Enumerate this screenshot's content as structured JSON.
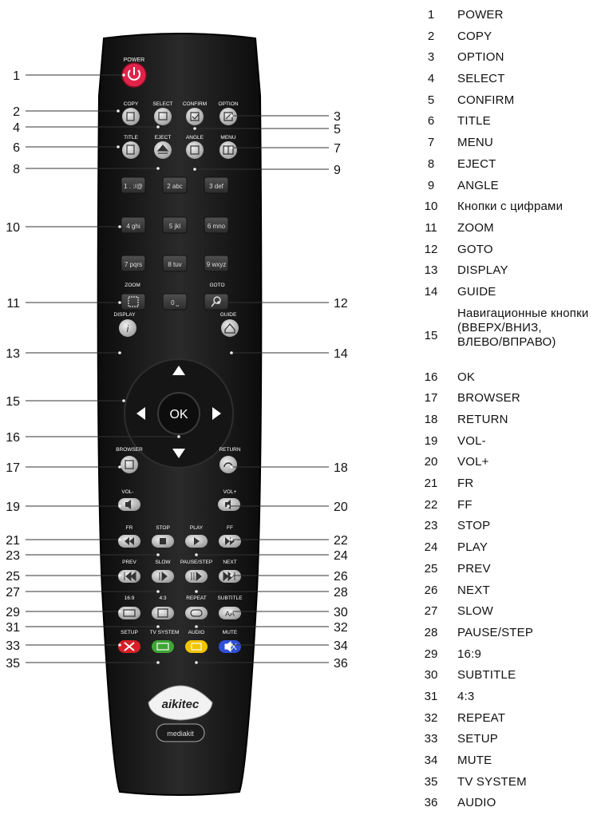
{
  "remote": {
    "buttons": {
      "power": "POWER",
      "copy": "COPY",
      "select": "SELECT",
      "confirm": "CONFIRM",
      "option": "OPTION",
      "title": "TITLE",
      "eject": "EJECT",
      "angle": "ANGLE",
      "menu": "MENU",
      "zoom": "ZOOM",
      "goto": "GOTO",
      "display": "DISPLAY",
      "guide": "GUIDE",
      "ok": "OK",
      "browser": "BROWSER",
      "return": "RETURN",
      "vol_minus": "VOL-",
      "vol_plus": "VOL+",
      "fr": "FR",
      "stop": "STOP",
      "play": "PLAY",
      "ff": "FF",
      "prev": "PREV",
      "slow": "SLOW",
      "pause_step": "PAUSE/STEP",
      "next": "NEXT",
      "ratio_16_9": "16:9",
      "ratio_4_3": "4:3",
      "repeat": "REPEAT",
      "subtitle": "SUBTITLE",
      "setup": "SETUP",
      "tv_system": "TV SYSTEM",
      "audio": "AUDIO",
      "mute": "MUTE"
    },
    "keypad": [
      "1 . :/@",
      "2 abc",
      "3 def",
      "4 ghi",
      "5 jkl",
      "6 mno",
      "7 pqrs",
      "8 tuv",
      "9 wxyz",
      "0 ⎵"
    ],
    "brand": "aikitec",
    "sub_brand": "mediakit"
  },
  "callouts_left": [
    "1",
    "2",
    "4",
    "6",
    "8",
    "10",
    "11",
    "13",
    "15",
    "16",
    "17",
    "19",
    "21",
    "23",
    "25",
    "27",
    "29",
    "31",
    "33",
    "35"
  ],
  "callouts_right": [
    "3",
    "5",
    "7",
    "9",
    "12",
    "14",
    "18",
    "20",
    "22",
    "24",
    "26",
    "28",
    "30",
    "32",
    "34",
    "36"
  ],
  "legend": [
    {
      "num": "1",
      "label": "POWER"
    },
    {
      "num": "2",
      "label": "COPY"
    },
    {
      "num": "3",
      "label": "OPTION"
    },
    {
      "num": "4",
      "label": "SELECT"
    },
    {
      "num": "5",
      "label": "CONFIRM"
    },
    {
      "num": "6",
      "label": "TITLE"
    },
    {
      "num": "7",
      "label": "MENU"
    },
    {
      "num": "8",
      "label": "EJECT"
    },
    {
      "num": "9",
      "label": "ANGLE"
    },
    {
      "num": "10",
      "label": "Кнопки с цифрами"
    },
    {
      "num": "11",
      "label": "ZOOM"
    },
    {
      "num": "12",
      "label": "GOTO"
    },
    {
      "num": "13",
      "label": "DISPLAY"
    },
    {
      "num": "14",
      "label": "GUIDE"
    },
    {
      "num": "15",
      "label": "Навигационные кнопки\n(ВВЕРХ/ВНИЗ,\nВЛЕВО/ВПРАВО)"
    },
    {
      "num": "16",
      "label": "OK"
    },
    {
      "num": "17",
      "label": "BROWSER"
    },
    {
      "num": "18",
      "label": "RETURN"
    },
    {
      "num": "19",
      "label": "VOL-"
    },
    {
      "num": "20",
      "label": "VOL+"
    },
    {
      "num": "21",
      "label": "FR"
    },
    {
      "num": "22",
      "label": "FF"
    },
    {
      "num": "23",
      "label": "STOP"
    },
    {
      "num": "24",
      "label": "PLAY"
    },
    {
      "num": "25",
      "label": "PREV"
    },
    {
      "num": "26",
      "label": "NEXT"
    },
    {
      "num": "27",
      "label": "SLOW"
    },
    {
      "num": "28",
      "label": "PAUSE/STEP"
    },
    {
      "num": "29",
      "label": "16:9"
    },
    {
      "num": "30",
      "label": "SUBTITLE"
    },
    {
      "num": "31",
      "label": "4:3"
    },
    {
      "num": "32",
      "label": "REPEAT"
    },
    {
      "num": "33",
      "label": "SETUP"
    },
    {
      "num": "34",
      "label": "MUTE"
    },
    {
      "num": "35",
      "label": "TV SYSTEM"
    },
    {
      "num": "36",
      "label": "AUDIO"
    }
  ],
  "colors": {
    "body": "#1b1b1b",
    "button": "#d4d4d4",
    "power": "#e0234a",
    "red": "#d81f26",
    "green": "#3fa535",
    "yellow": "#f2c400",
    "blue": "#2f4fd8"
  }
}
